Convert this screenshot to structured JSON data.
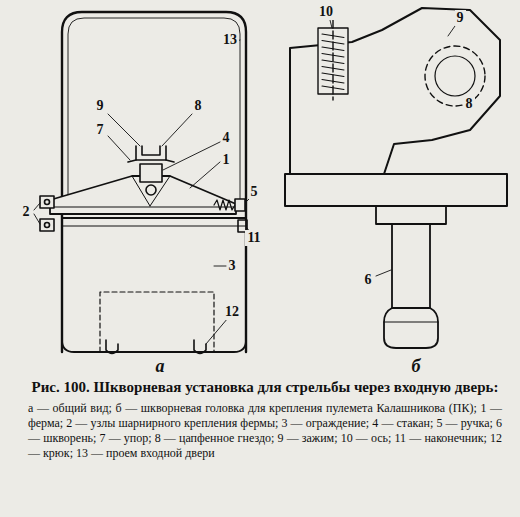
{
  "diagram": {
    "title": "Рис. 100. Шкворневая установка для стрельбы через входную дверь:",
    "caption": "а — общий вид; б — шкворневая головка для крепления пулемета Калашникова (ПК); 1 — ферма; 2 — узлы шарнирного крепления фермы; 3 — ограждение; 4 — стакан; 5 — ручка; 6 — шкворень; 7 — упор; 8 — цапфенное гнездо; 9 — зажим; 10 — ось; 11 — наконечник; 12 — крюк; 13 — проем входной двери",
    "labels": [
      "13",
      "9",
      "8",
      "7",
      "4",
      "2",
      "1",
      "5",
      "11",
      "3",
      "12",
      "а",
      "10",
      "9",
      "8",
      "6",
      "б"
    ]
  }
}
